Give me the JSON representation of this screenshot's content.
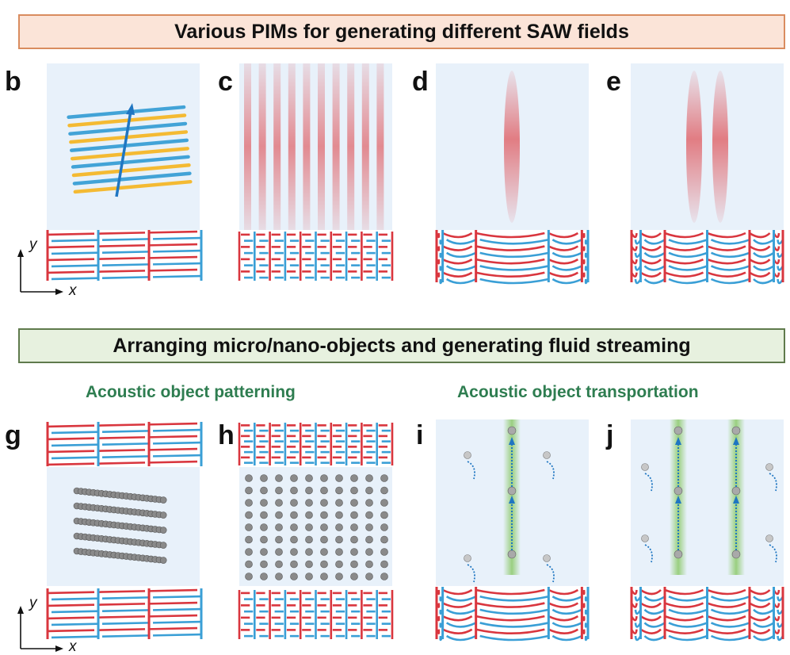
{
  "banners": {
    "top": "Various PIMs for generating different SAW fields",
    "middle": "Arranging micro/nano-objects and generating fluid streaming"
  },
  "subheadings": {
    "left": "Acoustic object patterning",
    "right": "Acoustic object transportation"
  },
  "panel_labels": {
    "b": "b",
    "c": "c",
    "d": "d",
    "e": "e",
    "g": "g",
    "h": "h",
    "i": "i",
    "j": "j"
  },
  "axes": {
    "y": "y",
    "x": "x"
  },
  "colors": {
    "electrode_red": "#d9363e",
    "electrode_blue": "#3a9fd6",
    "stripe_yellow": "#f5b829",
    "field_bg": "#e8f1fa",
    "field_red": "#e0686e",
    "particle_gray": "#8a8a8a",
    "stream_green": "#8cc96a",
    "arrow_blue": "#1f76c2"
  }
}
